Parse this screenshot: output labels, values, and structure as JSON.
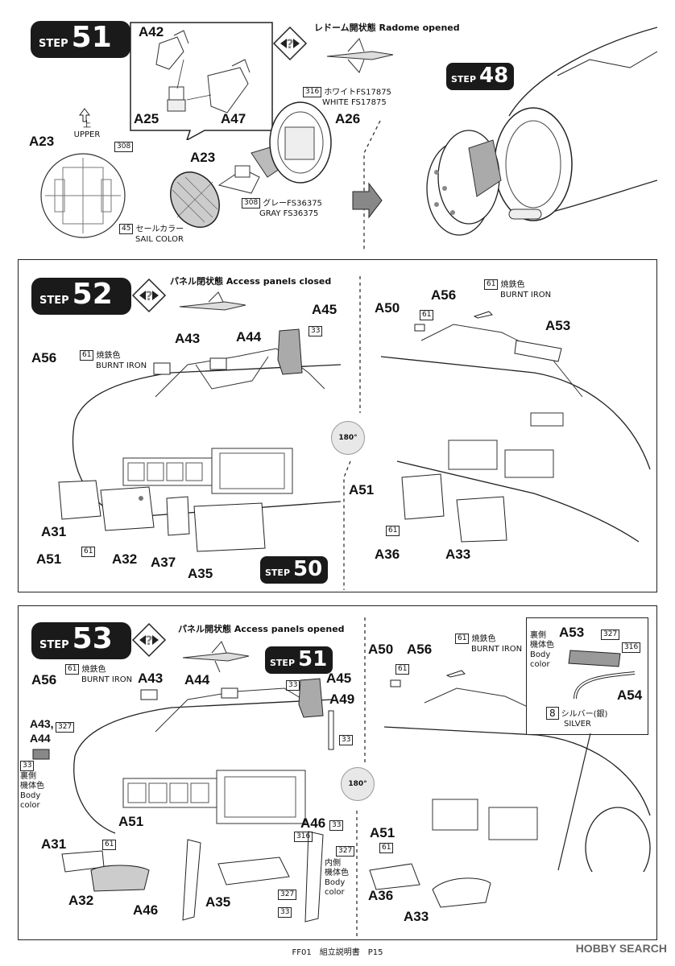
{
  "step51": {
    "step_word": "STEP",
    "step_num": "51",
    "radome_note": "レドーム開状態 Radome opened",
    "ref_step_word": "STEP",
    "ref_step_num": "48",
    "labels": {
      "a42": "A42",
      "a25": "A25",
      "a47": "A47",
      "a23_top": "A23",
      "a23": "A23",
      "a26": "A26"
    },
    "upper_jp": "上",
    "upper_en": "UPPER",
    "c308a": "308",
    "white": {
      "num": "316",
      "jp": "ホワイトFS17875",
      "en": "WHITE FS17875"
    },
    "gray": {
      "num": "308",
      "jp": "グレーFS36375",
      "en": "GRAY FS36375"
    },
    "sail": {
      "num": "45",
      "jp": "セールカラー",
      "en": "SAIL COLOR"
    }
  },
  "step52": {
    "step_word": "STEP",
    "step_num": "52",
    "panel_note": "パネル閉状態 Access panels closed",
    "ref_step_word": "STEP",
    "ref_step_num": "50",
    "labels": {
      "a56": "A56",
      "a43": "A43",
      "a44": "A44",
      "a45": "A45",
      "a31": "A31",
      "a51": "A51",
      "a32": "A32",
      "a37": "A37",
      "a35": "A35",
      "a50": "A50",
      "a56r": "A56",
      "a53": "A53",
      "a51r": "A51",
      "a36": "A36",
      "a33": "A33"
    },
    "burnt_l": {
      "num": "61",
      "jp": "焼鉄色",
      "en": "BURNT IRON"
    },
    "burnt_r": {
      "num": "61",
      "jp": "焼鉄色",
      "en": "BURNT IRON"
    },
    "c33": "33",
    "c61a": "61",
    "c61b": "61",
    "c61c": "61",
    "rotate": "180°"
  },
  "step53": {
    "step_word": "STEP",
    "step_num": "53",
    "panel_note": "パネル開状態 Access panels opened",
    "ref_step_word": "STEP",
    "ref_step_num": "51",
    "labels": {
      "a56": "A56",
      "a43": "A43",
      "a44": "A44",
      "a4344a": "A43,",
      "a4344b": "A44",
      "a45": "A45",
      "a49": "A49",
      "a31": "A31",
      "a51": "A51",
      "a32": "A32",
      "a46": "A46",
      "a35": "A35",
      "a46r": "A46",
      "a50": "A50",
      "a56r": "A56",
      "a53": "A53",
      "a54": "A54",
      "a51r": "A51",
      "a36": "A36",
      "a33": "A33"
    },
    "burnt_l": {
      "num": "61",
      "jp": "焼鉄色",
      "en": "BURNT IRON"
    },
    "burnt_r": {
      "num": "61",
      "jp": "焼鉄色",
      "en": "BURNT IRON"
    },
    "body_back": {
      "num": "33",
      "jp1": "裏側",
      "jp2": "機体色",
      "en1": "Body",
      "en2": "color"
    },
    "body_back_r": {
      "jp1": "裏側",
      "jp2": "機体色",
      "en1": "Body",
      "en2": "color"
    },
    "body_in": {
      "jp1": "内側",
      "jp2": "機体色",
      "en1": "Body",
      "en2": "color"
    },
    "silver": {
      "num": "8",
      "jp": "シルバー(銀)",
      "en": "SILVER"
    },
    "c327a": "327",
    "c327b": "327",
    "c327c": "327",
    "c327d": "327",
    "c316a": "316",
    "c316b": "316",
    "c33a": "33",
    "c33b": "33",
    "c33c": "33",
    "c33d": "33",
    "c61a": "61",
    "c61b": "61",
    "c61c": "61",
    "rotate": "180°"
  },
  "footer": "FF01　組立説明書　P15",
  "watermark": "HOBBY SEARCH"
}
